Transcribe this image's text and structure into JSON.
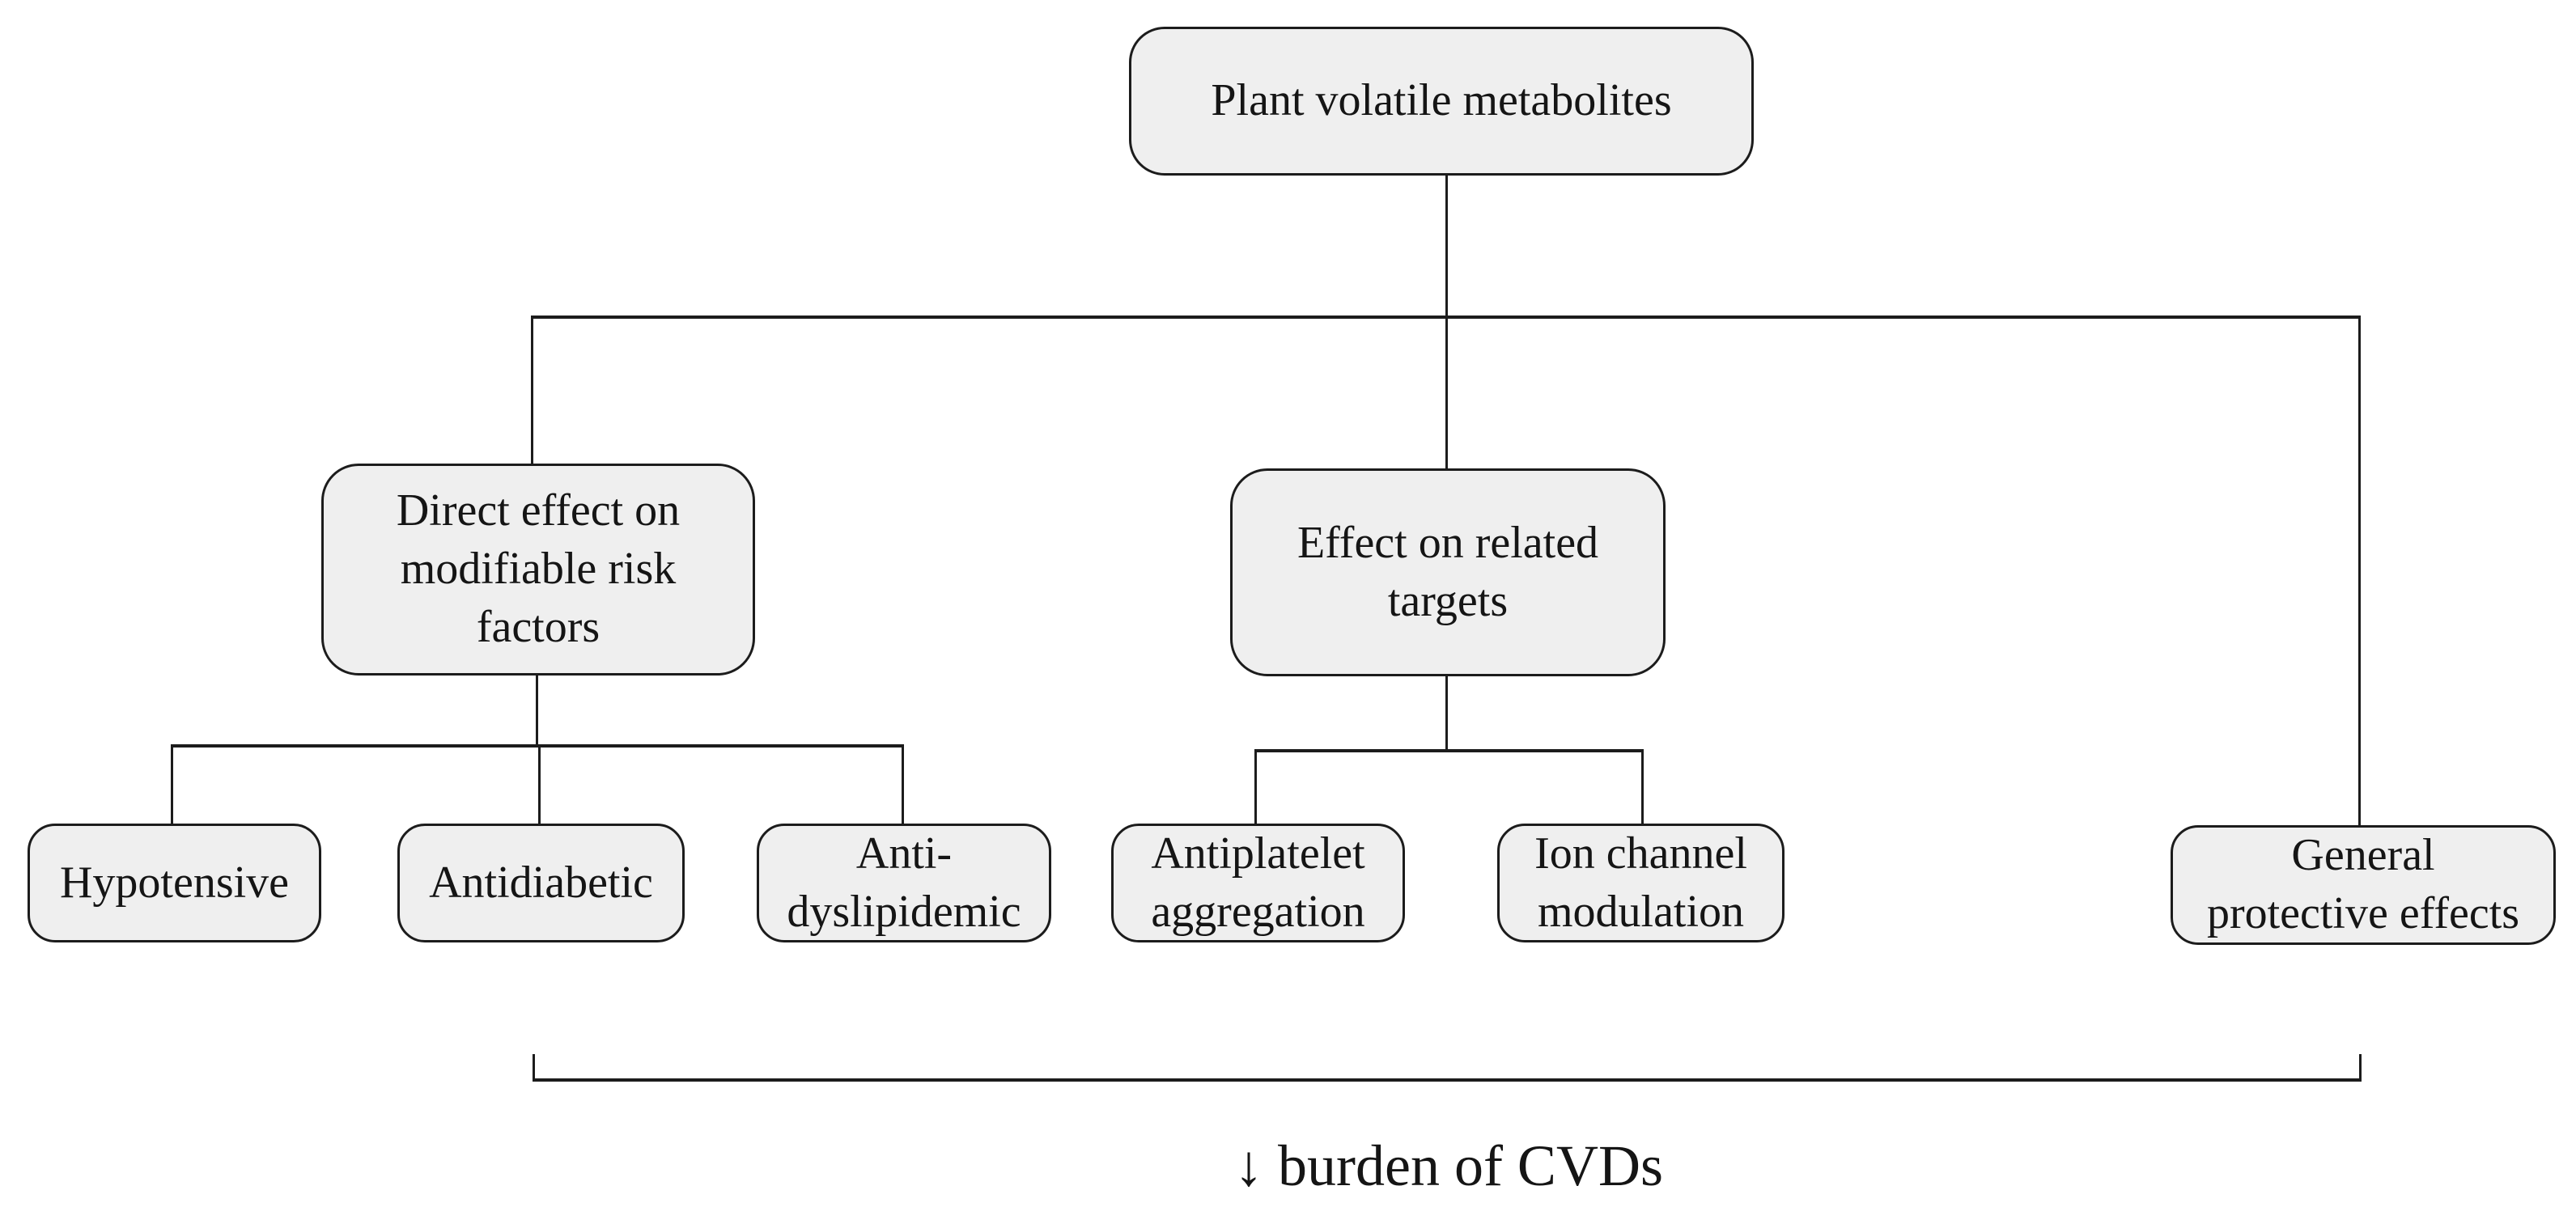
{
  "diagram": {
    "nodes": {
      "root": {
        "label": "Plant volatile metabolites"
      },
      "direct_effect": {
        "label": "Direct effect on\nmodifiable risk\nfactors"
      },
      "related_targets": {
        "label": "Effect on related\ntargets"
      },
      "hypotensive": {
        "label": "Hypotensive"
      },
      "antidiabetic": {
        "label": "Antidiabetic"
      },
      "anti_dyslipidemic": {
        "label": "Anti-\ndyslipidemic"
      },
      "antiplatelet": {
        "label": "Antiplatelet\naggregation"
      },
      "ion_channel": {
        "label": "Ion channel\nmodulation"
      },
      "general_protective": {
        "label": "General\nprotective effects"
      }
    },
    "edges": [
      [
        "root",
        "direct_effect"
      ],
      [
        "root",
        "related_targets"
      ],
      [
        "root",
        "general_protective"
      ],
      [
        "direct_effect",
        "hypotensive"
      ],
      [
        "direct_effect",
        "antidiabetic"
      ],
      [
        "direct_effect",
        "anti_dyslipidemic"
      ],
      [
        "related_targets",
        "antiplatelet"
      ],
      [
        "related_targets",
        "ion_channel"
      ]
    ],
    "bracket": {
      "spans_nodes": [
        "hypotensive",
        "antidiabetic",
        "anti_dyslipidemic",
        "antiplatelet",
        "ion_channel",
        "general_protective"
      ],
      "caption": "↓ burden of CVDs"
    }
  },
  "colors": {
    "background": "#ffffff",
    "node_fill": "#efefef",
    "node_border": "#1c1c1c",
    "connector": "#1c1c1c",
    "text": "#151515"
  }
}
